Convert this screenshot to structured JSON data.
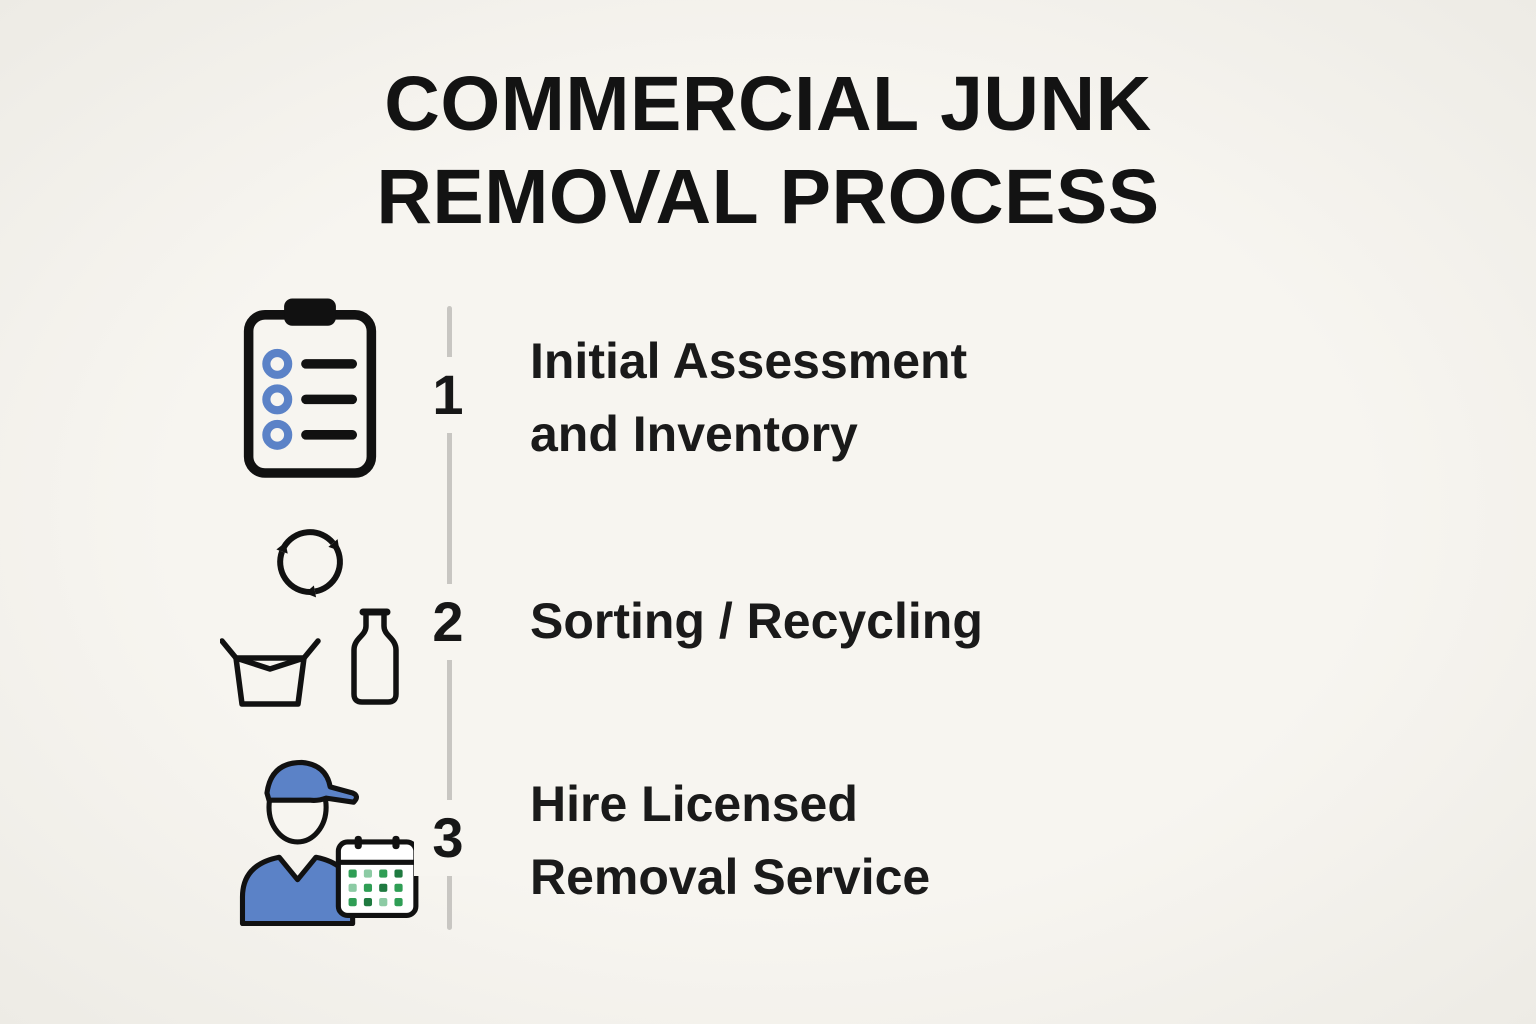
{
  "canvas": {
    "background": "#f7f5f0",
    "divider_color": "#c8c6c2",
    "text_color": "#161616",
    "accent_blue": "#5b82c7",
    "accent_green": "#2f9e55"
  },
  "title": {
    "line1": "COMMERCIAL JUNK",
    "line2": "REMOVAL PROCESS"
  },
  "steps": [
    {
      "number": "1",
      "icon": "clipboard-checklist-icon",
      "label": "Initial Assessment and Inventory",
      "lines": [
        "Initial Assessment",
        "and Inventory"
      ]
    },
    {
      "number": "2",
      "icon": "recycling-sorting-icon",
      "label": "Sorting / Recycling",
      "lines": [
        "Sorting / Recycling"
      ]
    },
    {
      "number": "3",
      "icon": "worker-schedule-icon",
      "label": "Hire Licensed Removal Service",
      "lines": [
        "Hire Licensed",
        "Removal Service"
      ]
    }
  ]
}
